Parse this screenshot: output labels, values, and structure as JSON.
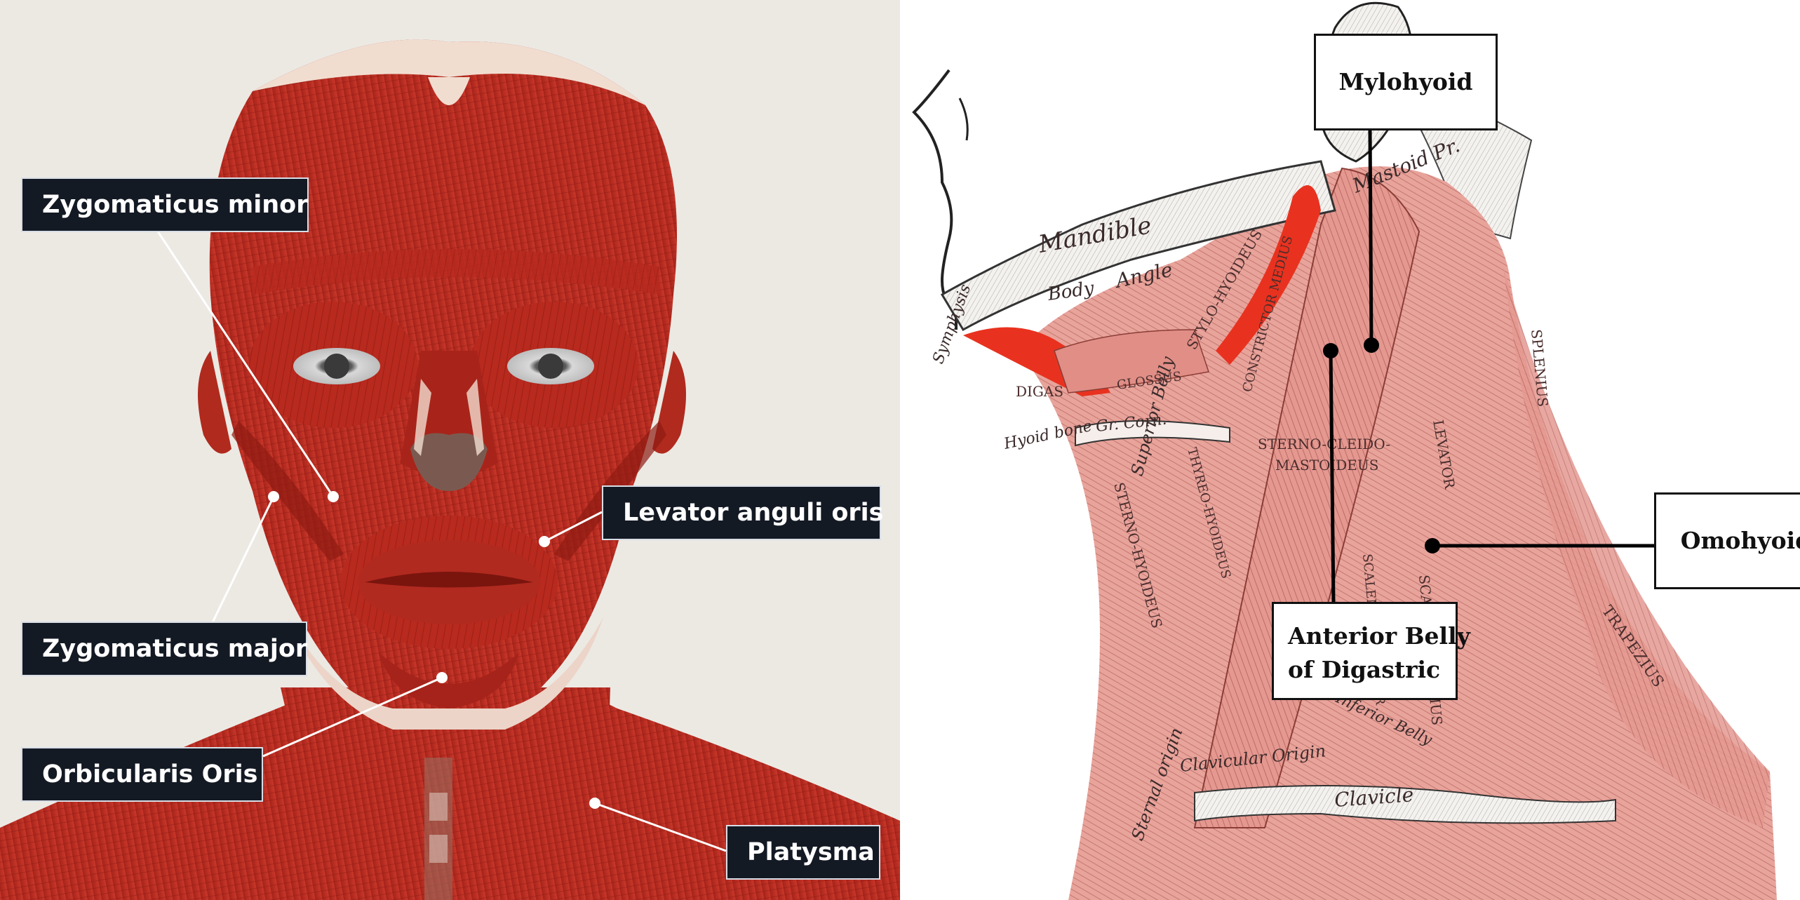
{
  "left_figure": {
    "labels": {
      "zygomaticus_minor": "Zygomaticus minor",
      "levator_anguli_oris": "Levator anguli oris",
      "zygomaticus_major": "Zygomaticus major",
      "orbicularis_oris": "Orbicularis Oris",
      "platysma": "Platysma"
    }
  },
  "right_figure": {
    "labels": {
      "mylohyoid": "Mylohyoid",
      "omohyoid": "Omohyoid",
      "anterior_belly_line1": "Anterior Belly",
      "anterior_belly_line2": "of Digastric"
    },
    "engraved_text": {
      "mandible": "Mandible",
      "body": "Body",
      "angle": "Angle",
      "mastoid": "Mastoid Pr.",
      "symphysis": "Symphysis",
      "hyoid_bone": "Hyoid bone",
      "gr_corn": "Gr. Corn.",
      "digastricus": "DIGAS",
      "glossus": "GLOSSUS",
      "stylo_hyoideus": "STYLO-HYOIDEUS",
      "sterno_cleido": "STERNO-CLEIDO-",
      "mastoideus": "MASTOIDEUS",
      "levator": "LEVATOR",
      "splenius": "SPLENIUS",
      "scalenus_medius": "SCALENUS MEDIUS",
      "scalenus_anterior": "SCALENUS ANTERIOR",
      "sterno_hyoideus": "STERNO-HYOIDEUS",
      "thyreo_hyoideus": "THYREO-HYOIDEUS",
      "trapezius": "TRAPEZIUS",
      "superior_belly": "Superior Belly",
      "sternal_origin": "Sternal origin",
      "clavicular_origin": "Clavicular Origin",
      "clavicle": "Clavicle",
      "inferior_belly": "Inferior Belly",
      "constrictor_medius": "CONSTRICTOR MEDIUS"
    }
  },
  "colors": {
    "left_background": "#ece9e3",
    "muscle_red": "#b52a1f",
    "label_background": "#141a24",
    "engraving_pink": "#e39a92",
    "highlight_red": "#e8321f"
  }
}
